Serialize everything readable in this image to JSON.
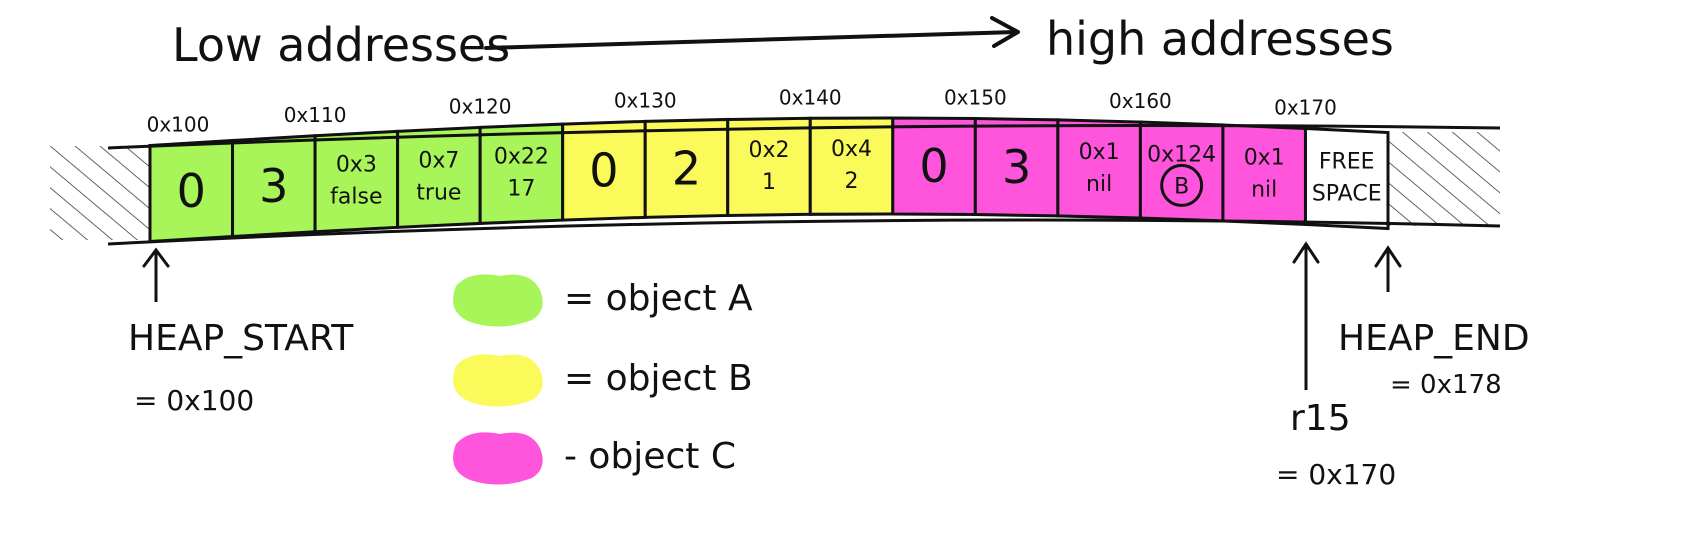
{
  "header": {
    "low_label": "Low addresses",
    "high_label": "high addresses"
  },
  "addresses": [
    "0x100",
    "0x110",
    "0x120",
    "0x130",
    "0x140",
    "0x150",
    "0x160",
    "0x170"
  ],
  "cells": [
    {
      "color": "#a8f55a",
      "big": "0"
    },
    {
      "color": "#a8f55a",
      "big": "3"
    },
    {
      "color": "#a8f55a",
      "line1": "0x3",
      "line2": "false"
    },
    {
      "color": "#a8f55a",
      "line1": "0x7",
      "line2": "true"
    },
    {
      "color": "#a8f55a",
      "line1": "0x22",
      "line2": "17"
    },
    {
      "color": "#fafa5a",
      "big": "0"
    },
    {
      "color": "#fafa5a",
      "big": "2"
    },
    {
      "color": "#fafa5a",
      "line1": "0x2",
      "line2": "1"
    },
    {
      "color": "#fafa5a",
      "line1": "0x4",
      "line2": "2"
    },
    {
      "color": "#ff55dd",
      "big": "0"
    },
    {
      "color": "#ff55dd",
      "big": "3"
    },
    {
      "color": "#ff55dd",
      "line1": "0x1",
      "line2": "nil"
    },
    {
      "color": "#ff55dd",
      "line1": "0x124",
      "line2": "B",
      "circled": true
    },
    {
      "color": "#ff55dd",
      "line1": "0x1",
      "line2": "nil"
    },
    {
      "color": "#ffffff",
      "line1": "FREE",
      "line2": "SPACE"
    }
  ],
  "legend": [
    {
      "color": "#a8f55a",
      "label": "= object  A"
    },
    {
      "color": "#fafa5a",
      "label": "= object  B"
    },
    {
      "color": "#ff55dd",
      "label": "- object  C"
    }
  ],
  "heap_start": {
    "name": "HEAP_START",
    "value": "= 0x100"
  },
  "r15": {
    "name": "r15",
    "value": "= 0x170"
  },
  "heap_end": {
    "name": "HEAP_END",
    "value": "= 0x178"
  }
}
